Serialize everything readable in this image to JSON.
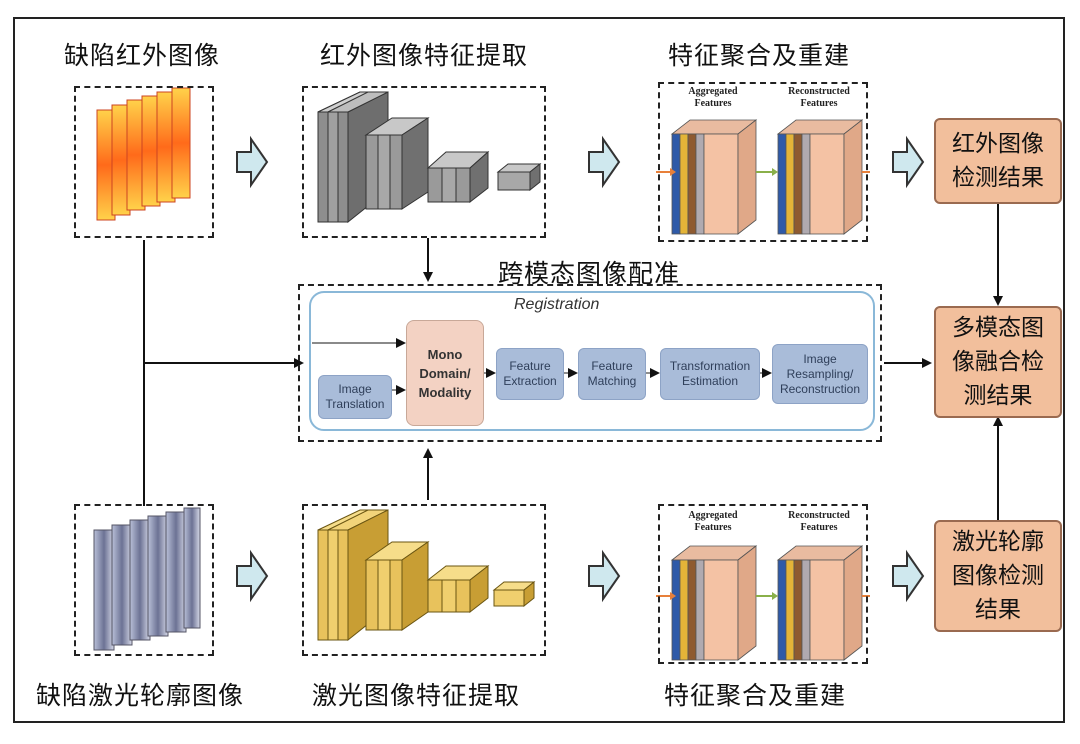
{
  "labels": {
    "defect_infrared_image": "缺陷红外图像",
    "infrared_feature_extraction": "红外图像特征提取",
    "feature_aggregation_top": "特征聚合及重建",
    "cross_modal_registration": "跨模态图像配准",
    "defect_laser_image": "缺陷激光轮廓图像",
    "laser_feature_extraction": "激光图像特征提取",
    "feature_aggregation_bottom": "特征聚合及重建"
  },
  "results": {
    "infrared": "红外图像检测结果",
    "multimodal": "多模态图像融合检测结果",
    "laser": "激光轮廓图像检测结果"
  },
  "registration": {
    "title": "Registration",
    "mono": "Mono Domain/ Modality",
    "image_translation": "Image Translation",
    "feature_extraction": "Feature Extraction",
    "feature_matching": "Feature Matching",
    "transformation_estimation": "Transformation Estimation",
    "image_resampling": "Image Resampling/ Reconstruction"
  },
  "features": {
    "aggregated": "Aggregated Features",
    "reconstructed": "Reconstructed Features"
  },
  "colors": {
    "result_fill": "#f2bf9c",
    "registration_box": "#a9bcd9",
    "mono_box": "#f3d2c3",
    "gray_cnn": "#9a9a9a",
    "yellow_cnn": "#e8c25c",
    "arrow_fill": "#cfe8ee"
  }
}
